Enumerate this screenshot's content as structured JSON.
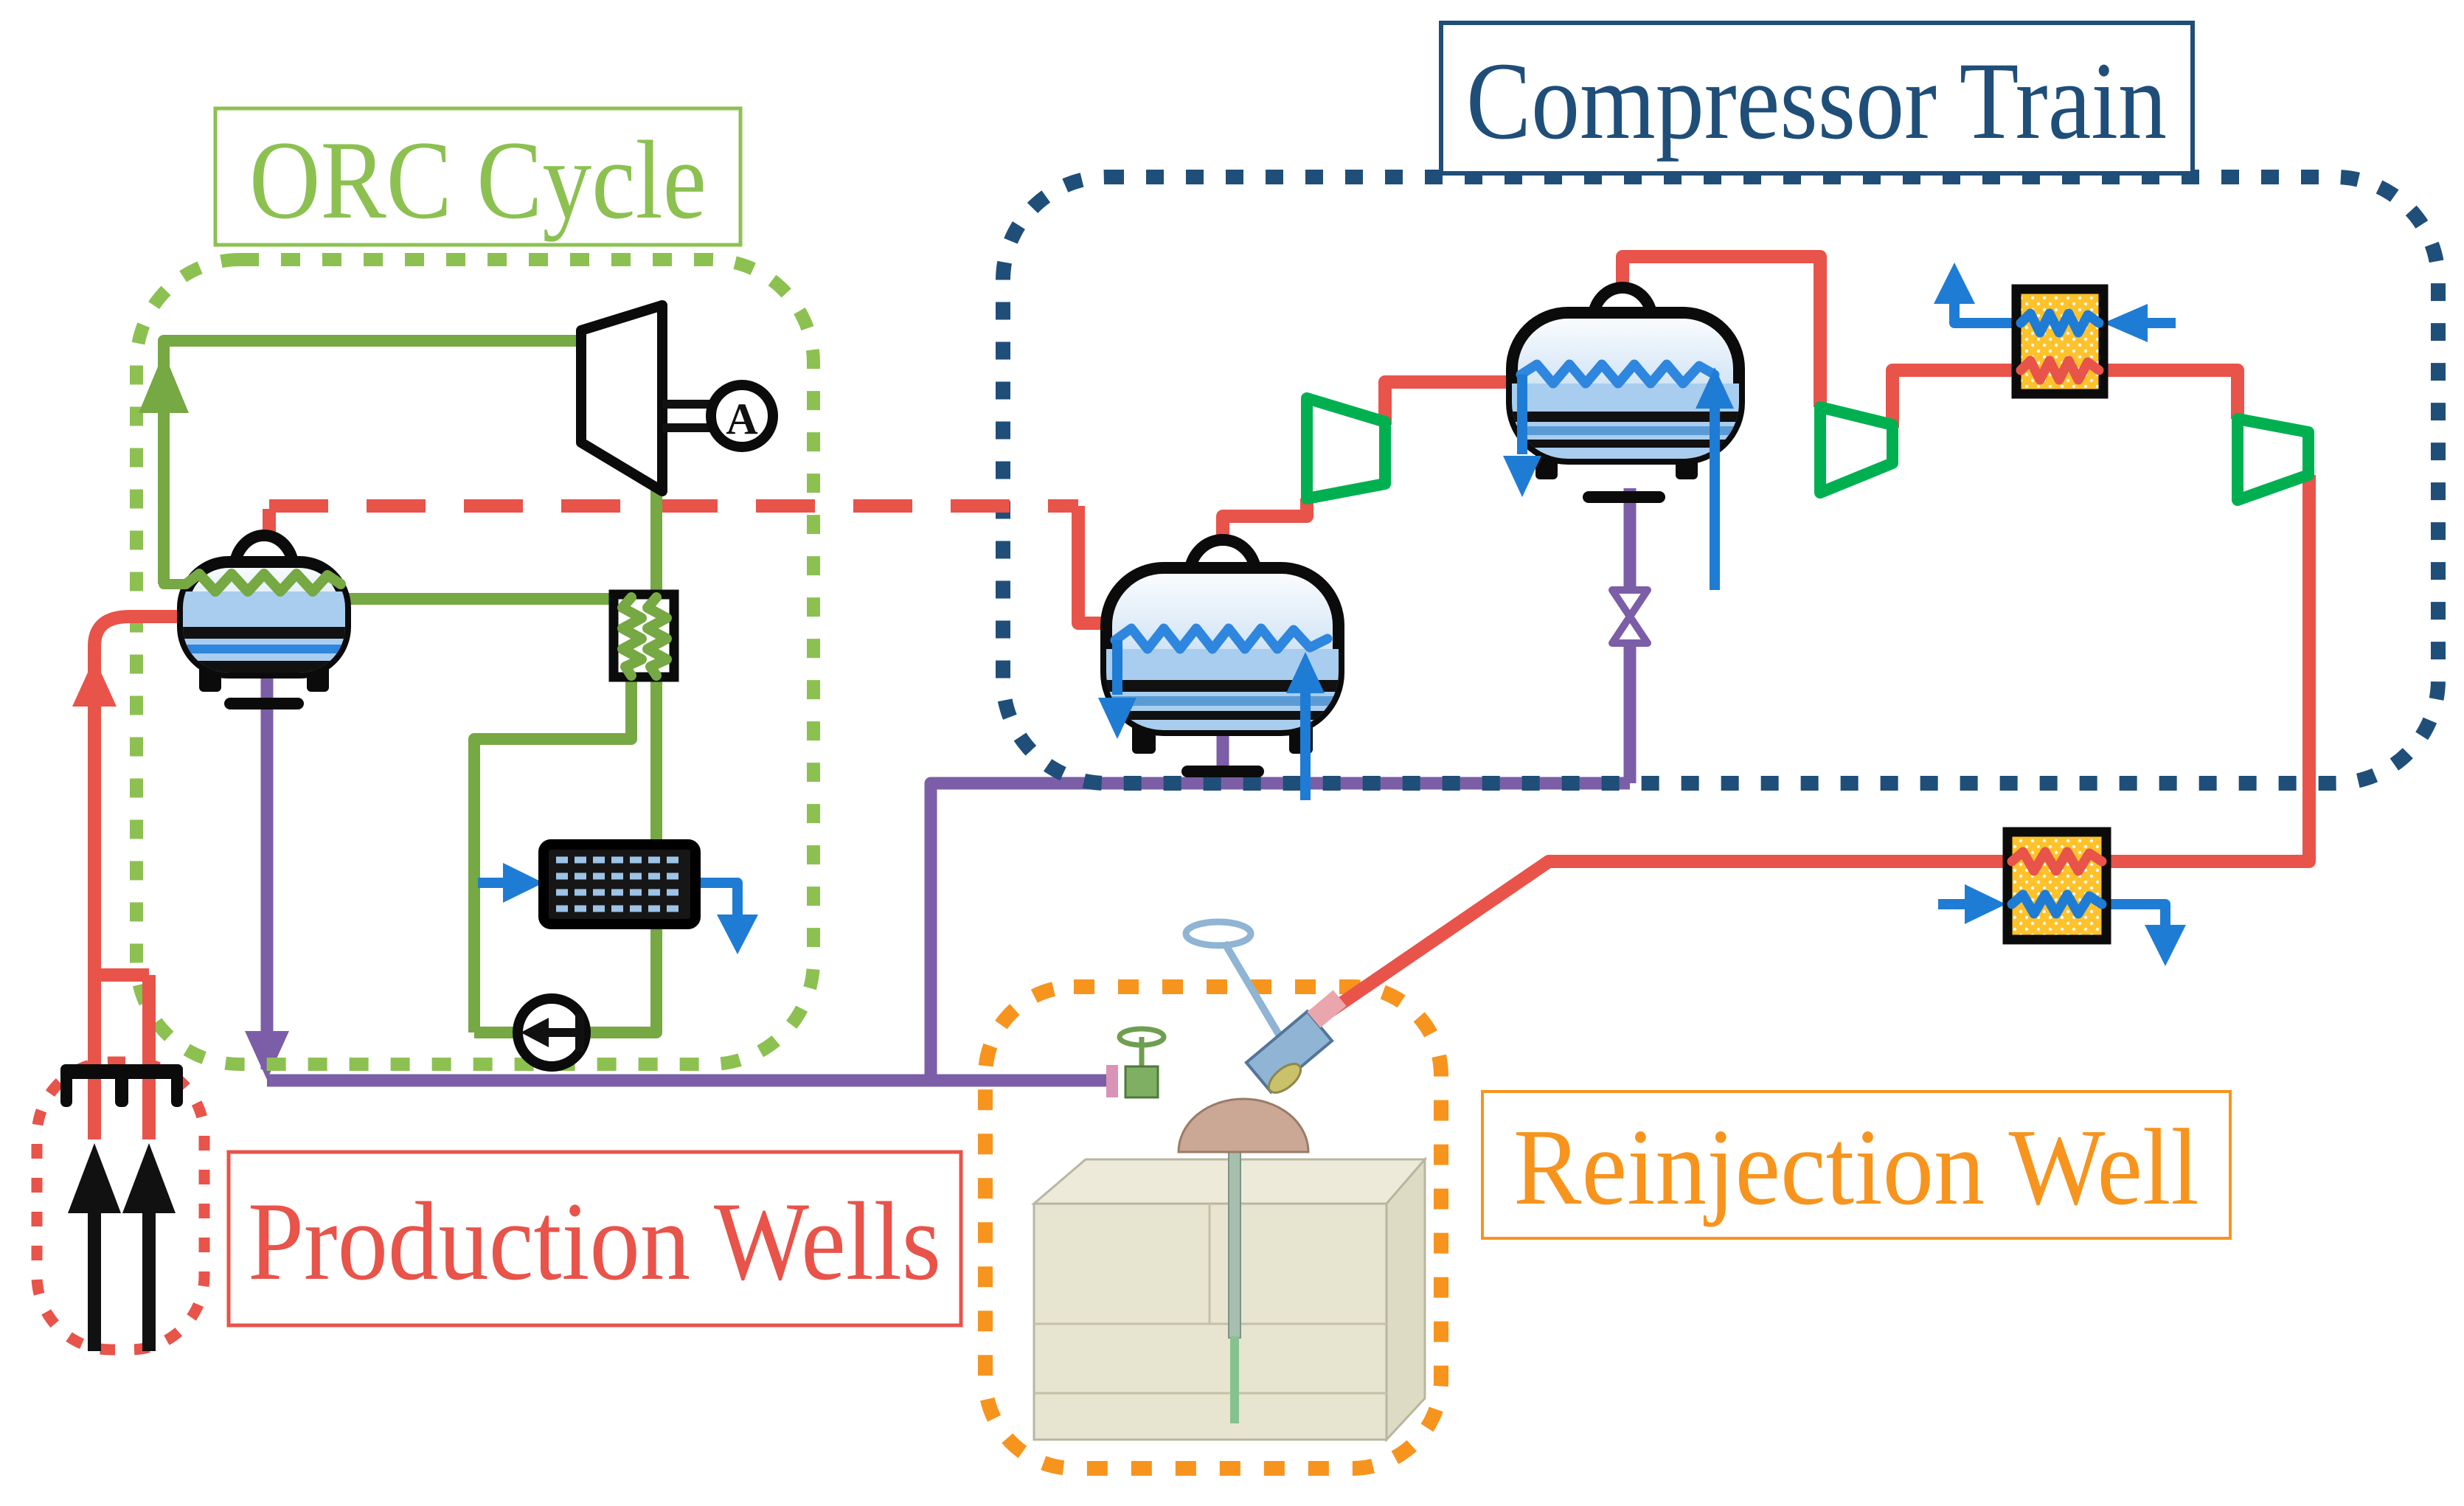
{
  "labels": {
    "orc_cycle": "ORC Cycle",
    "compressor_train": "Compressor Train",
    "production_wells": "Production Wells",
    "reinjection_well": "Reinjection Well",
    "generator": "A"
  },
  "colors": {
    "orc_green": "#8CC152",
    "pipe_green": "#76A843",
    "comp_green": "#00B050",
    "hot_red": "#E8534A",
    "navy": "#1F4E79",
    "purple": "#7B5EA7",
    "water_blue": "#1F7CD4",
    "level_blue": "#2E86DE",
    "hx_yellow": "#FFC22B",
    "rw_orange": "#F7941E"
  },
  "components": [
    {
      "name": "production-wellhead-icon",
      "count": 2
    },
    {
      "name": "evaporator-separator-icon"
    },
    {
      "name": "turbine-icon"
    },
    {
      "name": "generator-icon"
    },
    {
      "name": "recuperator-icon"
    },
    {
      "name": "air-condenser-icon"
    },
    {
      "name": "pump-icon"
    },
    {
      "name": "separator-icon",
      "count": 2
    },
    {
      "name": "compressor-icon",
      "count": 3
    },
    {
      "name": "intercooler-icon"
    },
    {
      "name": "aftercooler-icon"
    },
    {
      "name": "throttle-valve-icon"
    },
    {
      "name": "reinjection-wellhead-icon"
    }
  ]
}
